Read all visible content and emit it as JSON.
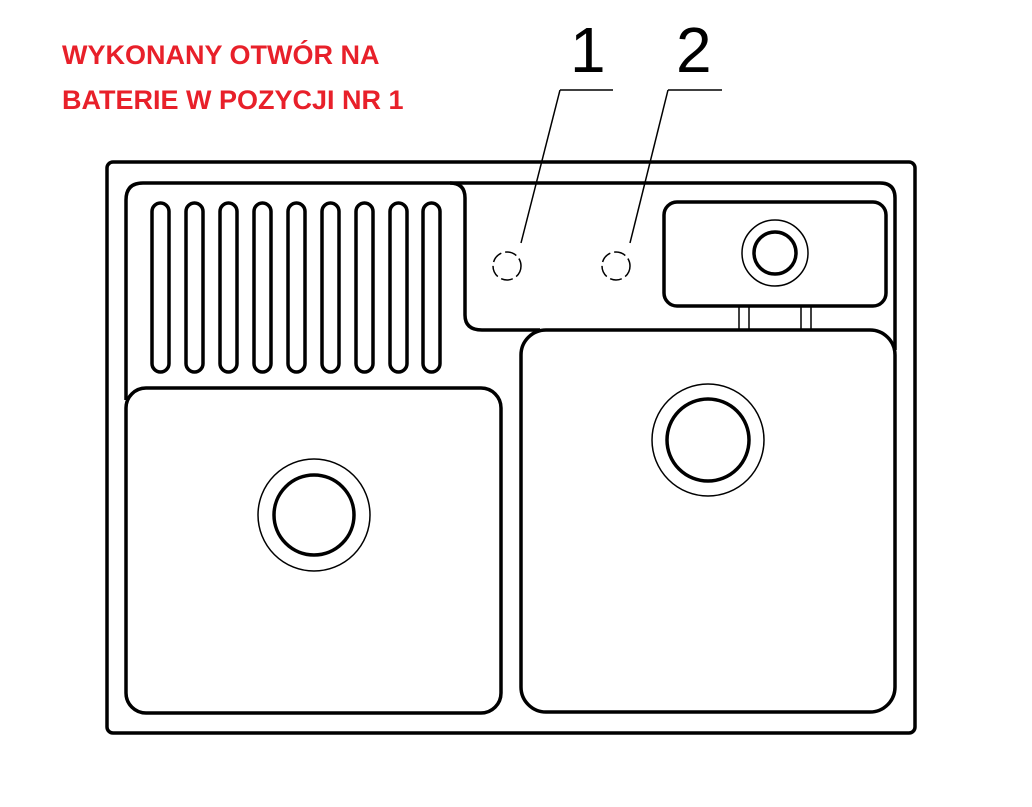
{
  "note": {
    "line1": "WYKONANY OTWÓR NA",
    "line2": "BATERIE W POZYCJI NR 1",
    "color": "#e8202a"
  },
  "labels": {
    "position_1": "1",
    "position_2": "2"
  }
}
